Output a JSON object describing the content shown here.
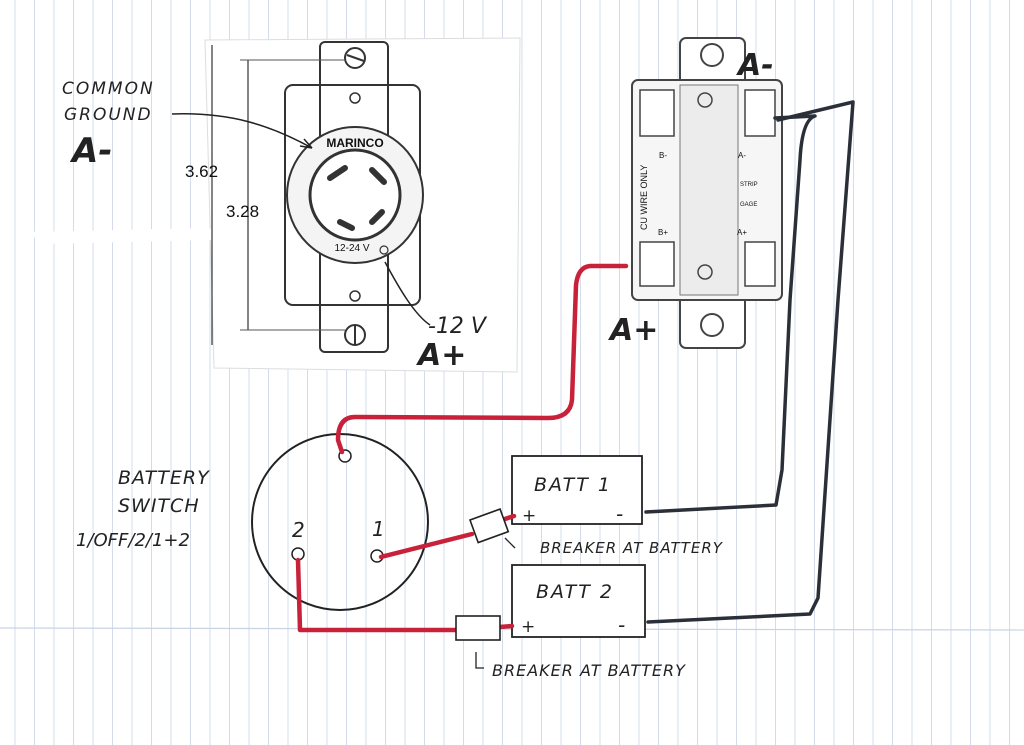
{
  "colors": {
    "paper": "#ffffff",
    "grid_line": "#c9d3e6",
    "ink": "#1f1f1f",
    "positive_wire": "#c8223a",
    "negative_wire": "#2a2f38",
    "fixture_grey": "#e9e9e9"
  },
  "left_receptacle": {
    "brand": "MARINCO",
    "rating": "12-24 V",
    "dim_outer": "3.62",
    "dim_inner": "3.28",
    "label_common_ground": [
      "COMMON",
      "GROUND"
    ],
    "label_a_minus": "A-",
    "label_12v": "-12 V",
    "label_a_plus": "A+"
  },
  "right_receptacle": {
    "label_a_minus": "A-",
    "label_a_plus": "A+",
    "terminal_b_minus": "B-",
    "terminal_a_minus": "A-",
    "terminal_b_plus": "B+",
    "terminal_a_plus": "A+",
    "cu_wire_only": "CU WIRE ONLY",
    "strip_gage": [
      "STRIP",
      "GAGE"
    ]
  },
  "battery_switch": {
    "caption": [
      "BATTERY",
      "SWITCH",
      "1/OFF/2/1+2"
    ],
    "post_2": "2",
    "post_1": "1"
  },
  "batteries": [
    {
      "name": "BATT 1",
      "plus": "+",
      "minus": "-"
    },
    {
      "name": "BATT 2",
      "plus": "+",
      "minus": "-"
    }
  ],
  "breakers": [
    {
      "label": "BREAKER AT BATTERY"
    },
    {
      "label": "BREAKER AT BATTERY"
    }
  ]
}
